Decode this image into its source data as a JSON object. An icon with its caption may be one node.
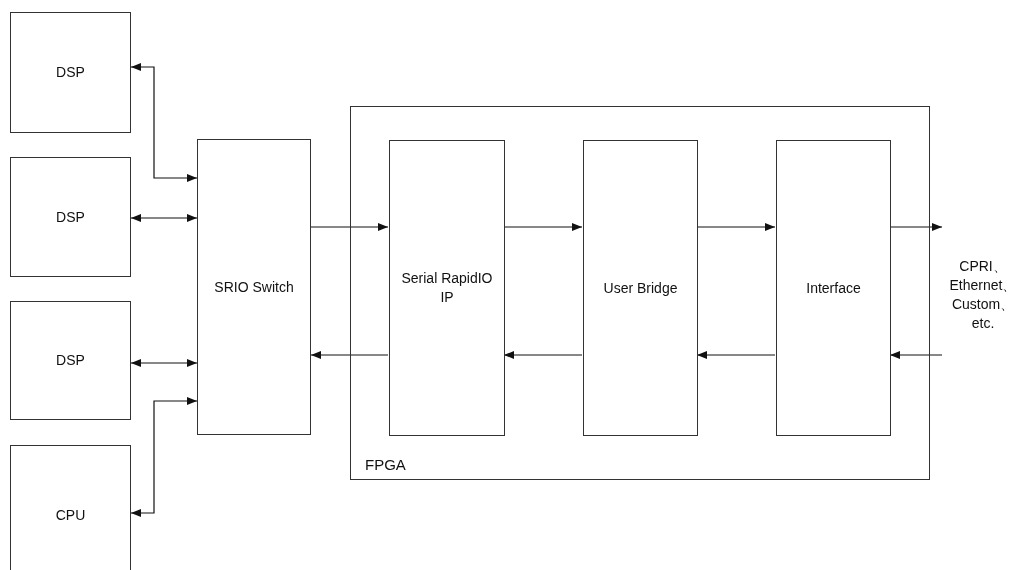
{
  "diagram": {
    "nodes": [
      {
        "text": [
          "DSP"
        ]
      },
      {
        "text": [
          "DSP"
        ]
      },
      {
        "text": [
          "DSP"
        ]
      },
      {
        "text": [
          "CPU"
        ]
      },
      {
        "text": [
          "SRIO Switch"
        ]
      },
      {
        "text": [
          "FPGA"
        ]
      },
      {
        "text": [
          "Serial RapidIO IP"
        ],
        "in": 5
      },
      {
        "text": [
          "User Bridge"
        ],
        "in": 5
      },
      {
        "text": [
          "Interface"
        ],
        "in": 5
      },
      {
        "text": [
          "CPRI、 Ethernet、 Custom、 etc."
        ]
      }
    ],
    "edges": [
      {
        "from": 0,
        "to": 4,
        "arrow": "both"
      },
      {
        "from": 1,
        "to": 4,
        "arrow": "both"
      },
      {
        "from": 2,
        "to": 4,
        "arrow": "both"
      },
      {
        "from": 3,
        "to": 4,
        "arrow": "both"
      },
      {
        "from": 4,
        "to": 6,
        "arrow": "to"
      },
      {
        "from": 6,
        "to": 4,
        "arrow": "to"
      },
      {
        "from": 6,
        "to": 7,
        "arrow": "to"
      },
      {
        "from": 7,
        "to": 6,
        "arrow": "to"
      },
      {
        "from": 7,
        "to": 8,
        "arrow": "to"
      },
      {
        "from": 8,
        "to": 7,
        "arrow": "to"
      },
      {
        "from": 8,
        "to": 9,
        "arrow": "to"
      },
      {
        "from": 9,
        "to": 8,
        "arrow": "to"
      }
    ]
  }
}
